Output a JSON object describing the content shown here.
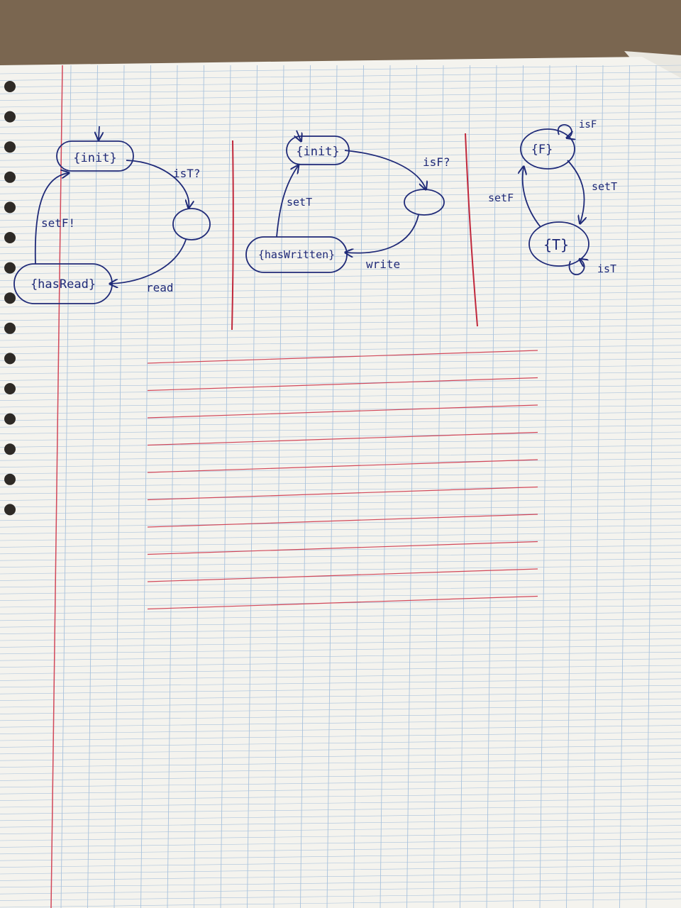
{
  "colors": {
    "desk": "#7a6650",
    "paper": "#f4f3ee",
    "grid_line": "#a9c2dc",
    "margin_line": "#d2485a",
    "ink": "#1f2a78"
  },
  "diagrams": [
    {
      "id": "reader",
      "states": {
        "init": "{init}",
        "has_read": "{hasRead}"
      },
      "transitions": {
        "is_t": "isT?",
        "read": "read",
        "set_f": "setF!"
      }
    },
    {
      "id": "writer",
      "states": {
        "init": "{init}",
        "has_written": "{hasWritten}"
      },
      "transitions": {
        "is_f": "isF?",
        "write": "write",
        "set_t": "setT"
      }
    },
    {
      "id": "flag",
      "states": {
        "f": "{F}",
        "t": "{T}"
      },
      "transitions": {
        "is_f": "isF",
        "set_t": "setT",
        "set_f": "setF",
        "is_t": "isT"
      }
    }
  ]
}
